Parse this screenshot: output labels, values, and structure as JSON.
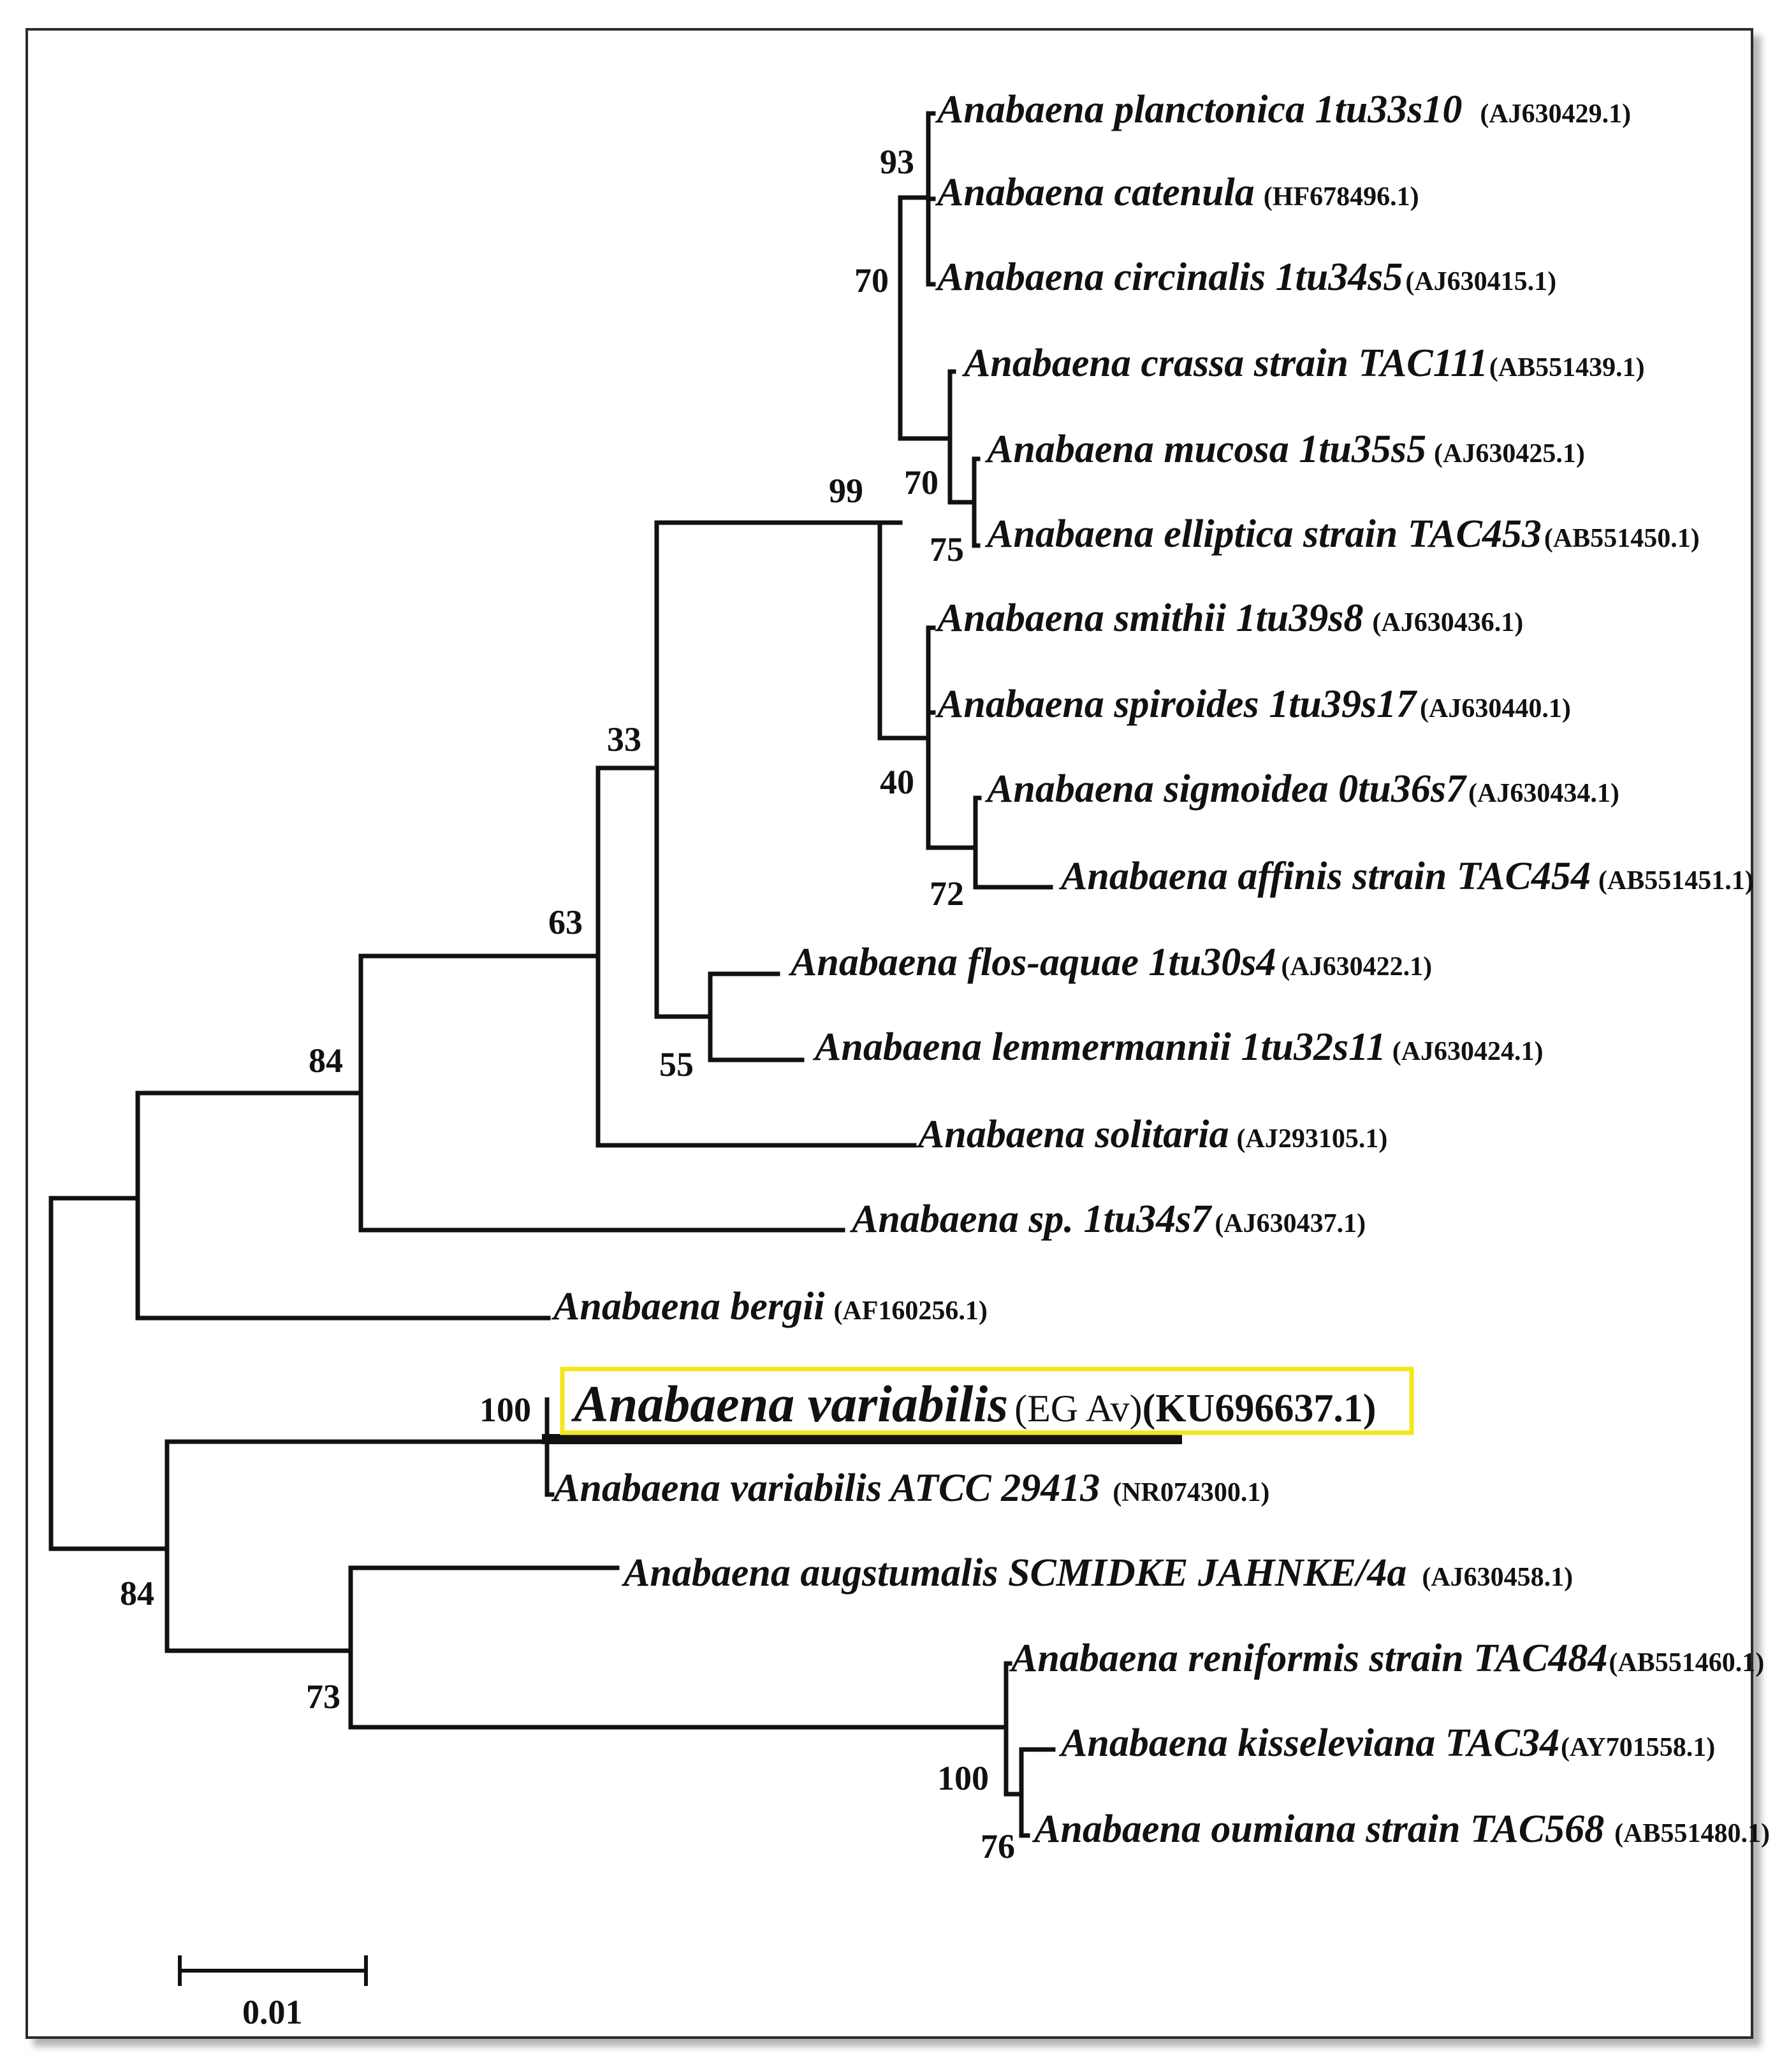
{
  "taxa": [
    {
      "id": "t_planctonica",
      "species": "Anabaena planctonica 1tu33s10",
      "accession": "(AJ630429.1)"
    },
    {
      "id": "t_catenula",
      "species": "Anabaena catenula",
      "accession": "(HF678496.1)"
    },
    {
      "id": "t_circinalis",
      "species": "Anabaena circinalis 1tu34s5",
      "accession": "(AJ630415.1)"
    },
    {
      "id": "t_crassa",
      "species": "Anabaena crassa strain TAC111",
      "accession": "(AB551439.1)"
    },
    {
      "id": "t_mucosa",
      "species": "Anabaena mucosa 1tu35s5",
      "accession": "(AJ630425.1)"
    },
    {
      "id": "t_elliptica",
      "species": "Anabaena elliptica strain TAC453",
      "accession": "(AB551450.1)"
    },
    {
      "id": "t_smithii",
      "species": "Anabaena smithii 1tu39s8",
      "accession": "(AJ630436.1)"
    },
    {
      "id": "t_spiroides",
      "species": "Anabaena spiroides 1tu39s17",
      "accession": "(AJ630440.1)"
    },
    {
      "id": "t_sigmoidea",
      "species": "Anabaena sigmoidea 0tu36s7",
      "accession": "(AJ630434.1)"
    },
    {
      "id": "t_affinis",
      "species": "Anabaena affinis strain TAC454",
      "accession": "(AB551451.1)"
    },
    {
      "id": "t_flosaquae",
      "species": "Anabaena flos-aquae 1tu30s4",
      "accession": "(AJ630422.1)"
    },
    {
      "id": "t_lemmermannii",
      "species": "Anabaena lemmermannii 1tu32s11",
      "accession": "(AJ630424.1)"
    },
    {
      "id": "t_solitaria",
      "species": "Anabaena solitaria",
      "accession": "(AJ293105.1)"
    },
    {
      "id": "t_sp",
      "species": "Anabaena sp. 1tu34s7",
      "accession": "(AJ630437.1)"
    },
    {
      "id": "t_bergii",
      "species": "Anabaena bergii",
      "accession": "(AF160256.1)"
    },
    {
      "id": "t_variabilis_atcc",
      "species": "Anabaena variabilis ATCC 29413",
      "accession": "(NR074300.1)"
    },
    {
      "id": "t_augstumalis",
      "species": "Anabaena augstumalis SCMIDKE JAHNKE/4a",
      "accession": "(AJ630458.1)"
    },
    {
      "id": "t_reniformis",
      "species": "Anabaena reniformis strain TAC484",
      "accession": "(AB551460.1)"
    },
    {
      "id": "t_kisseleviana",
      "species": "Anabaena kisseleviana TAC34",
      "accession": "(AY701558.1)"
    },
    {
      "id": "t_oumiana",
      "species": "Anabaena oumiana strain TAC568",
      "accession": "(AB551480.1)"
    }
  ],
  "highlighted_taxon": {
    "species": "Anabaena variabilis",
    "strain": "(EG Av)",
    "accession": "(KU696637.1)",
    "box_color": "#f5e61c"
  },
  "bootstrap": {
    "n93": "93",
    "n70a": "70",
    "n70b": "70",
    "n75": "75",
    "n99": "99",
    "n40": "40",
    "n72": "72",
    "n33": "33",
    "n63": "63",
    "n55": "55",
    "n84a": "84",
    "n100a": "100",
    "n84b": "84",
    "n73": "73",
    "n100b": "100",
    "n76": "76"
  },
  "scale_bar": {
    "label": "0.01"
  },
  "colors": {
    "line": "#111111",
    "frame": "#2b2b2b",
    "highlight_box": "#f5e61c"
  }
}
